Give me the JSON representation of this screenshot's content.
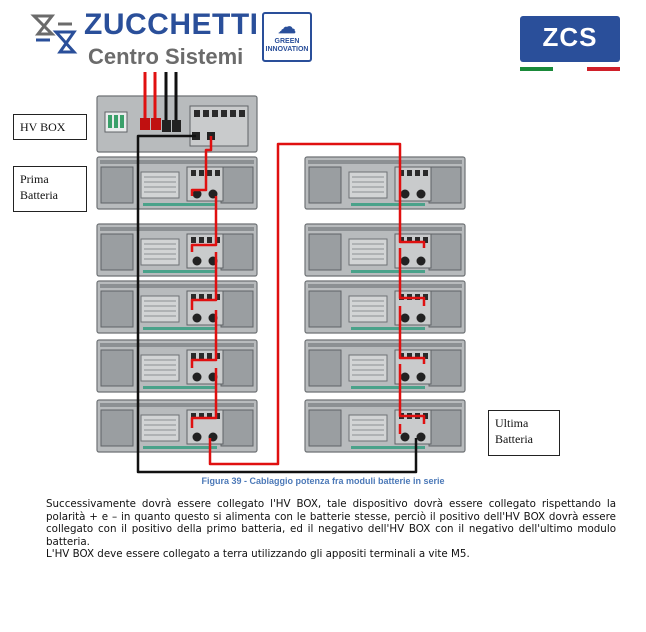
{
  "header": {
    "brand_main": "ZUCCHETTI",
    "brand_sub": "Centro Sistemi",
    "badge_line1": "GREEN",
    "badge_line2": "INNOVATION",
    "right_logo": "ZCS"
  },
  "labels": {
    "hv_box": "HV BOX",
    "prima_line1": "Prima",
    "prima_line2": "Batteria",
    "ultima_line1": "Ultima",
    "ultima_line2": "Batteria"
  },
  "figure": {
    "caption": "Figura 39 - Cablaggio potenza fra moduli batterie in serie"
  },
  "body": {
    "paragraph1": "Successivamente dovrà essere collegato l'HV BOX, tale dispositivo dovrà essere collegato rispettando la polarità + e – in quanto questo si alimenta con le batterie stesse, perciò il positivo dell'HV BOX dovrà essere collegato con il positivo della primo batteria, ed il negativo dell'HV BOX con il negativo dell'ultimo modulo batteria.",
    "paragraph2": "L'HV BOX deve essere collegato a terra utilizzando gli appositi terminali a vite M5."
  },
  "colors": {
    "brand_blue": "#2a4f9a",
    "brand_gray": "#6b6b6b",
    "caption_blue": "#4c79b8",
    "cable_red": "#e01010",
    "cable_black": "#111111",
    "module_gray": "#b8bbbd"
  }
}
